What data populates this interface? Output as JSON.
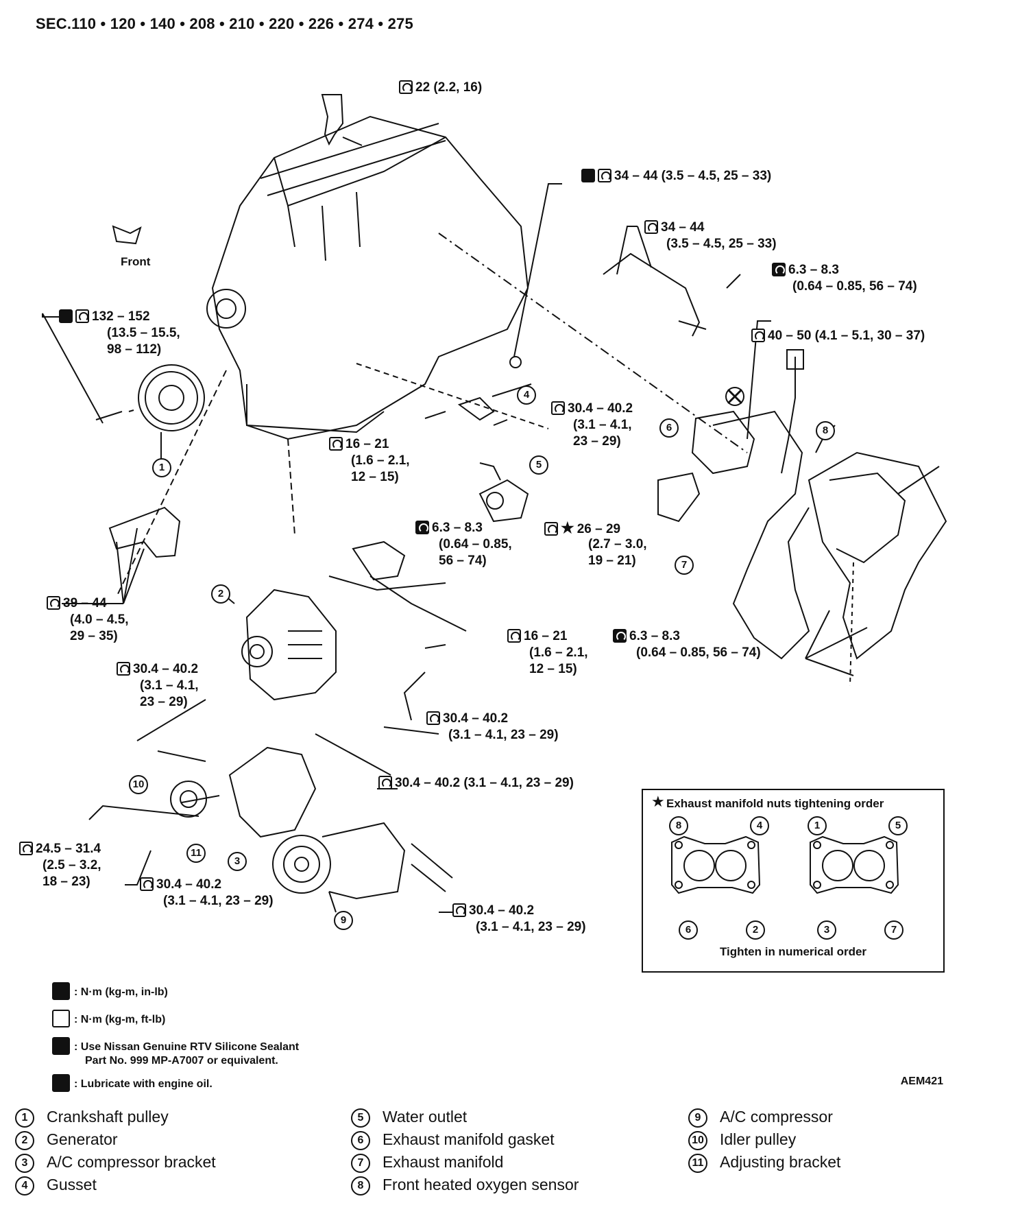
{
  "header": {
    "section": "SEC.110 • 120 • 140 • 208 • 210 • 220 • 226 • 274 • 275"
  },
  "front_label": "Front",
  "torques": {
    "t1": "22 (2.2, 16)",
    "t2": "34 – 44 (3.5 – 4.5, 25 – 33)",
    "t3_a": "34 – 44",
    "t3_b": "(3.5 – 4.5, 25 – 33)",
    "t4_a": "6.3 – 8.3",
    "t4_b": "(0.64 – 0.85, 56 – 74)",
    "t5": "40 – 50 (4.1 – 5.1, 30 – 37)",
    "t6_a": "132 – 152",
    "t6_b": "(13.5 – 15.5,",
    "t6_c": "98 – 112)",
    "t7_a": "30.4 – 40.2",
    "t7_b": "(3.1 – 4.1,",
    "t7_c": "23 – 29)",
    "t8_a": "16 – 21",
    "t8_b": "(1.6 – 2.1,",
    "t8_c": "12 – 15)",
    "t9_a": "6.3 – 8.3",
    "t9_b": "(0.64 – 0.85,",
    "t9_c": "56 – 74)",
    "t10_a": "26 – 29",
    "t10_b": "(2.7 – 3.0,",
    "t10_c": "19 – 21)",
    "t11_a": "39 – 44",
    "t11_b": "(4.0 – 4.5,",
    "t11_c": "29 – 35)",
    "t12_a": "16 – 21",
    "t12_b": "(1.6 – 2.1,",
    "t12_c": "12 – 15)",
    "t13_a": "6.3 – 8.3",
    "t13_b": "(0.64 – 0.85, 56 – 74)",
    "t14_a": "30.4 – 40.2",
    "t14_b": "(3.1 – 4.1,",
    "t14_c": "23 – 29)",
    "t15_a": "30.4 – 40.2",
    "t15_b": "(3.1 – 4.1, 23 – 29)",
    "t16": "30.4 – 40.2 (3.1 – 4.1, 23 – 29)",
    "t17_a": "24.5 – 31.4",
    "t17_b": "(2.5 – 3.2,",
    "t17_c": "18 – 23)",
    "t18_a": "30.4 – 40.2",
    "t18_b": "(3.1 – 4.1, 23 – 29)",
    "t19_a": "30.4 – 40.2",
    "t19_b": "(3.1 – 4.1, 23 – 29)"
  },
  "callouts": [
    "1",
    "2",
    "3",
    "4",
    "5",
    "6",
    "7",
    "8",
    "9",
    "10",
    "11"
  ],
  "inset": {
    "title": "Exhaust manifold nuts tightening order",
    "top_left": [
      "8",
      "4"
    ],
    "top_right": [
      "1",
      "5"
    ],
    "bottom_left": [
      "6",
      "2"
    ],
    "bottom_right": [
      "3",
      "7"
    ],
    "footer": "Tighten in numerical order"
  },
  "legend": {
    "nm_inlb": ": N·m (kg-m, in-lb)",
    "nm_ftlb": ": N·m (kg-m, ft-lb)",
    "sealant_1": ": Use Nissan Genuine RTV Silicone Sealant",
    "sealant_2": "Part No. 999 MP-A7007 or equivalent.",
    "lube": ": Lubricate with engine oil."
  },
  "figure_id": "AEM421",
  "parts_list": [
    {
      "n": "1",
      "name": "Crankshaft pulley"
    },
    {
      "n": "2",
      "name": "Generator"
    },
    {
      "n": "3",
      "name": "A/C compressor bracket"
    },
    {
      "n": "4",
      "name": "Gusset"
    },
    {
      "n": "5",
      "name": "Water outlet"
    },
    {
      "n": "6",
      "name": "Exhaust manifold gasket"
    },
    {
      "n": "7",
      "name": "Exhaust manifold"
    },
    {
      "n": "8",
      "name": "Front heated oxygen sensor"
    },
    {
      "n": "9",
      "name": "A/C compressor"
    },
    {
      "n": "10",
      "name": "Idler pulley"
    },
    {
      "n": "11",
      "name": "Adjusting bracket"
    }
  ]
}
